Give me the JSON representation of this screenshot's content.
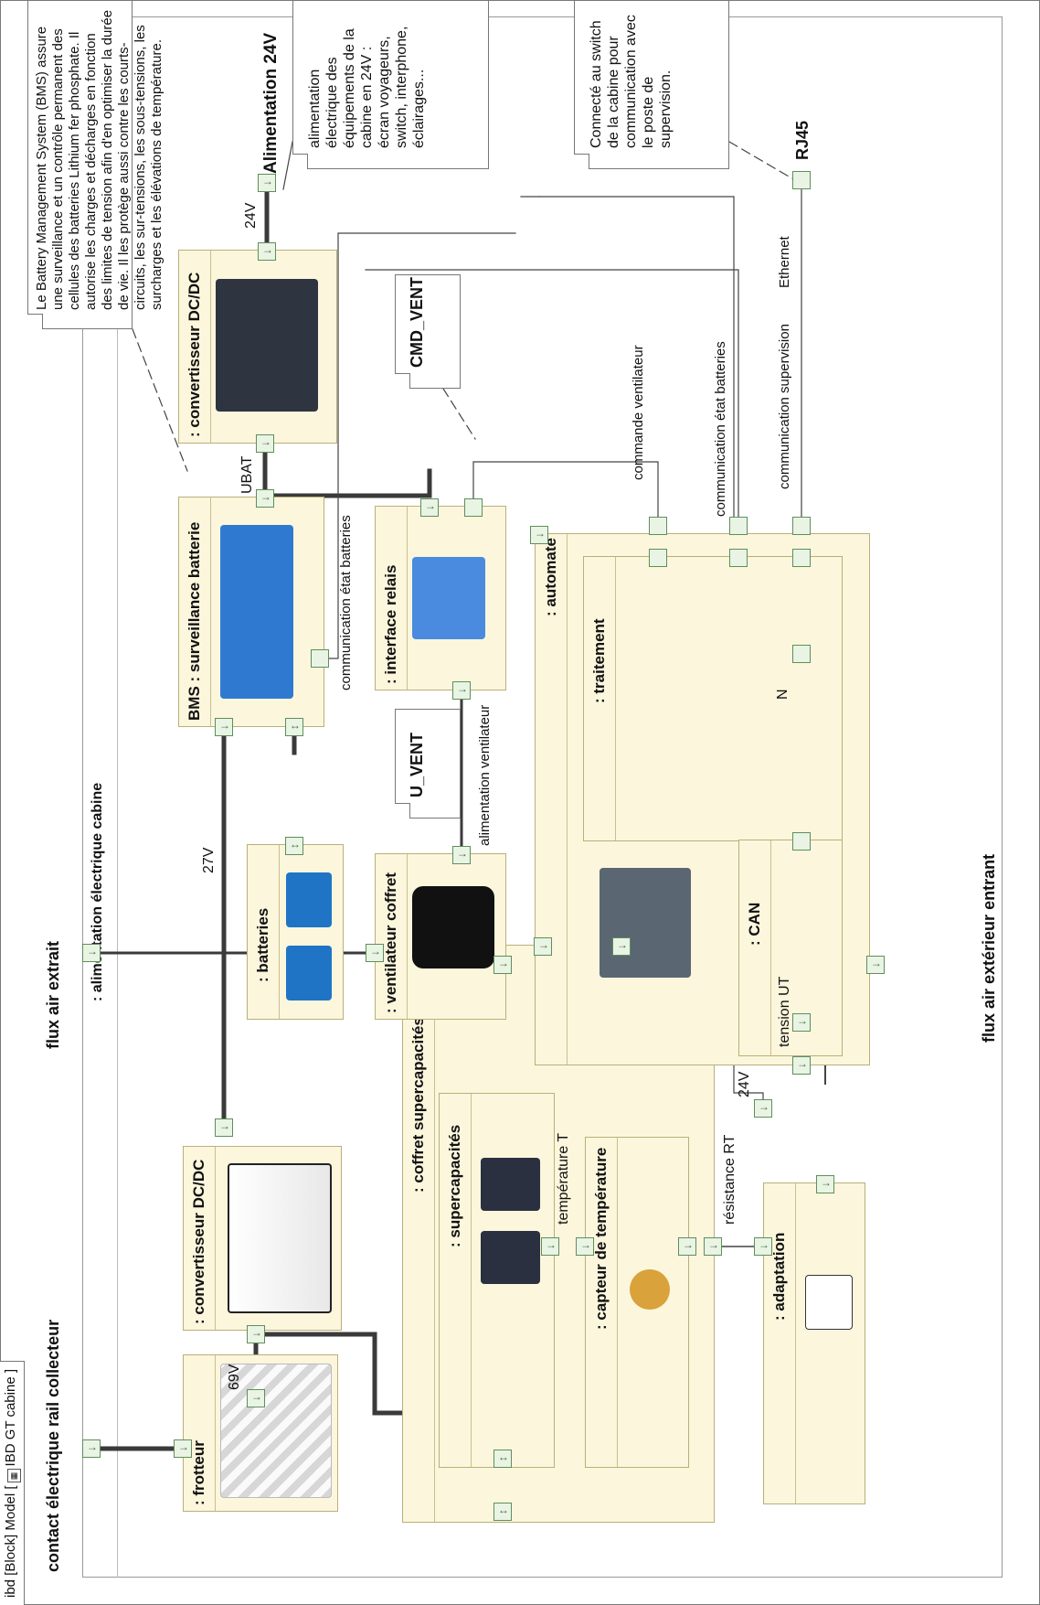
{
  "diagram": {
    "header_prefix": "ibd [Block] Model [",
    "header_suffix": "IBD GT cabine ]",
    "header_icon": "diagram-icon",
    "context_label": ": alimentation électrique cabine",
    "external_ports": {
      "contact": "contact électrique rail collecteur",
      "flux_extrait": "flux air extrait",
      "flux_entrant": "flux air extérieur entrant",
      "alim24": "Alimentation 24V",
      "rj45": "RJ45"
    },
    "blocks": {
      "frotteur": ": frotteur",
      "convertisseur1": ": convertisseur DC/DC",
      "coffret": ": coffret supercapacités",
      "supercapacites": ": supercapacités",
      "capteur": ": capteur de température",
      "adaptation": ": adaptation",
      "ventilateur": ": ventilateur coffret",
      "batteries": ": batteries",
      "bms": "BMS : surveillance batterie",
      "convertisseur2": ": convertisseur DC/DC",
      "interface_relais": ": interface relais",
      "automate": ": automate",
      "traitement": ": traitement",
      "can": ": CAN"
    },
    "flow_labels": {
      "v69": "69V",
      "v27": "27V",
      "ubat": "UBAT",
      "v24a": "24V",
      "v24b": "24V",
      "temperature": "température T",
      "resistance": "résistance RT",
      "tension": "tension UT",
      "n": "N",
      "alim_vent": "alimentation ventilateur",
      "comm_batt1": "communication état batteries",
      "comm_batt2": "communication état batteries",
      "cmd_vent": "commande ventilateur",
      "comm_sup": "communication supervision",
      "ethernet": "Ethernet"
    },
    "notes": {
      "bms": "Le Battery Management System (BMS) assure une surveillance et un contrôle permanent des cellules des batteries Lithium fer phosphate. Il autorise les charges et décharges en fonction des limites de tension afin d'en optimiser la durée de vie. Il les protège aussi contre les courts-circuits, les sur-tensions, les sous-tensions, les surcharges et les élévations de température.",
      "alim": "alimentation électrique des équipements de la cabine en 24V : écran voyageurs, switch, interphone, éclairages...",
      "rj45": "Connecté au switch de la cabine pour communication avec le poste de supervision.",
      "cmd_vent": "CMD_VENT",
      "u_vent": "U_VENT"
    },
    "port_arrow": "↓",
    "port_bidir": "↕",
    "colors": {
      "block_fill": "#fbf6dc",
      "block_border": "#b9b07a",
      "port_fill": "#e9f4e5",
      "port_border": "#5f8f5a",
      "power_wire": "#3a3a3a",
      "signal_wire": "#444444"
    }
  }
}
